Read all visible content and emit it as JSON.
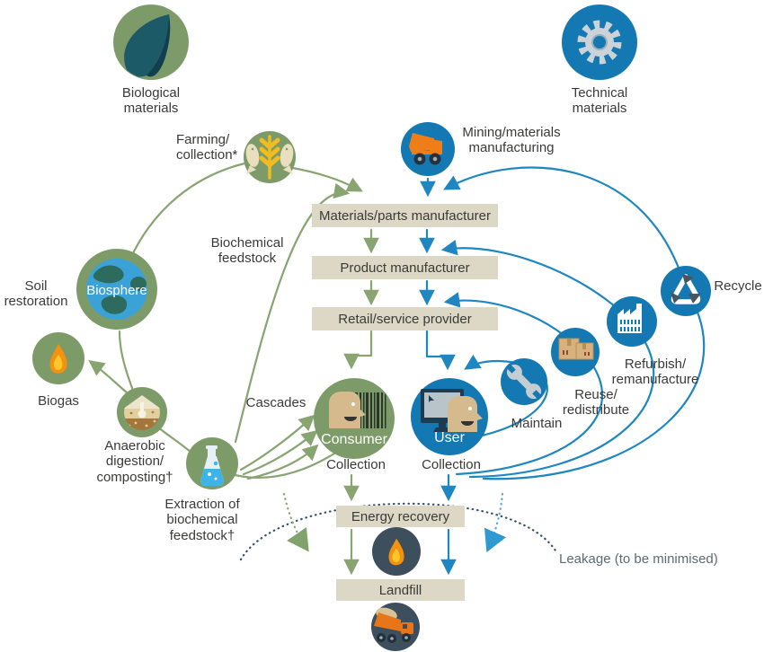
{
  "diagram": {
    "title": "Circular economy butterfly diagram",
    "labels": {
      "biological": "Biological\nmaterials",
      "technical": "Technical\nmaterials",
      "farming": "Farming/\ncollection*",
      "mining": "Mining/materials\nmanufacturing",
      "biochemical_feedstock": "Biochemical\nfeedstock",
      "soil_restoration": "Soil\nrestoration",
      "biosphere": "Biosphere",
      "biogas": "Biogas",
      "anaerobic": "Anaerobic\ndigestion/\ncomposting†",
      "extraction": "Extraction of\nbiochemical\nfeedstock†",
      "cascades": "Cascades",
      "consumer": "Consumer",
      "user": "User",
      "collection_consumer": "Collection",
      "collection_user": "Collection",
      "maintain": "Maintain",
      "reuse": "Reuse/\nredistribute",
      "refurbish": "Refurbish/\nremanufacture",
      "recycle": "Recycle",
      "leakage": "Leakage (to be minimised)"
    },
    "boxes": {
      "materials": "Materials/parts manufacturer",
      "product": "Product manufacturer",
      "retail": "Retail/service provider",
      "energy": "Energy recovery",
      "landfill": "Landfill"
    },
    "colors": {
      "bio_green": "#7d9b68",
      "tech_blue": "#1478b3",
      "slate": "#3d4e5c",
      "box_bg": "#ddd8c5",
      "green_arrow": "#87a471",
      "blue_arrow": "#1e86c0",
      "navy_dots": "#33516b",
      "text": "#3a3a38",
      "leakage_text": "#5c6b77"
    }
  }
}
